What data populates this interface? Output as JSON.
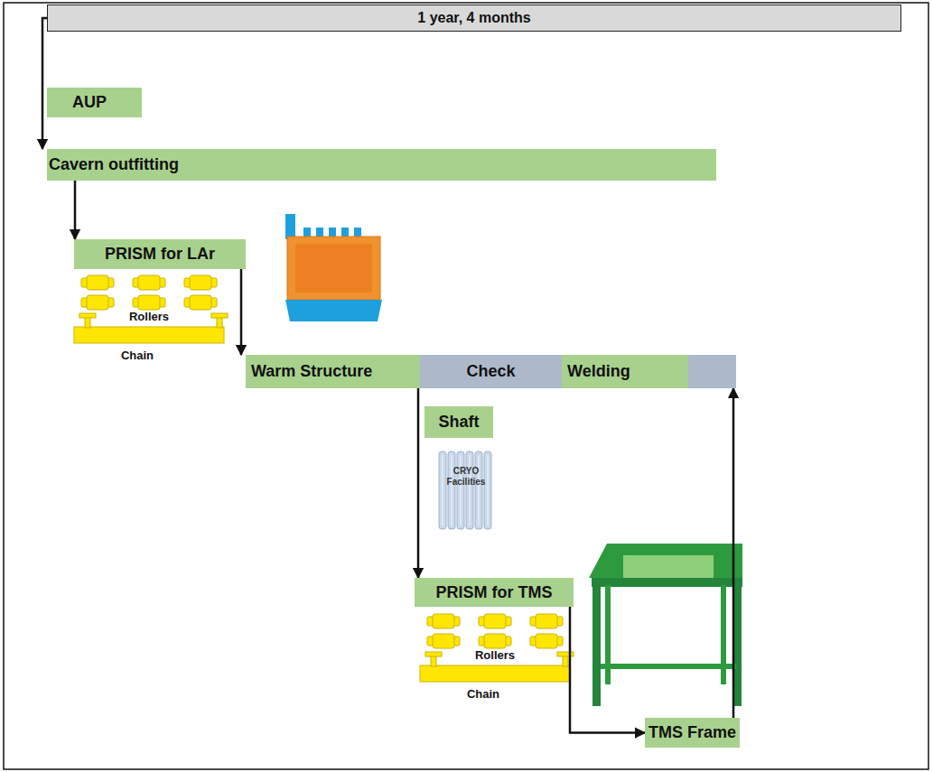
{
  "diagram": {
    "nodes": [
      {
        "text": [
          "1 year, 4 months"
        ]
      },
      {
        "text": [
          "AUP"
        ]
      },
      {
        "text": [
          "Cavern outfitting"
        ]
      },
      {
        "text": [
          "PRISM for LAr"
        ]
      },
      {
        "text": [
          "Warm Structure"
        ]
      },
      {
        "text": [
          "Check"
        ]
      },
      {
        "text": [
          "Welding"
        ]
      },
      {
        "text": [
          "Shaft"
        ]
      },
      {
        "text": [
          "PRISM for TMS"
        ]
      },
      {
        "text": [
          "TMS Frame"
        ]
      }
    ],
    "edges": [
      {
        "from": 0,
        "to": 2,
        "arrow": "to"
      },
      {
        "from": 2,
        "to": 3,
        "arrow": "to"
      },
      {
        "from": 3,
        "to": 4,
        "arrow": "to"
      },
      {
        "from": 4,
        "to": 8,
        "arrow": "to"
      },
      {
        "from": 8,
        "to": 9,
        "arrow": "to"
      },
      {
        "from": 9,
        "to": 6,
        "arrow": "to"
      }
    ],
    "labels": [
      "Rollers",
      "Chain",
      "CRYO Facilities",
      "Rollers",
      "Chain"
    ]
  }
}
